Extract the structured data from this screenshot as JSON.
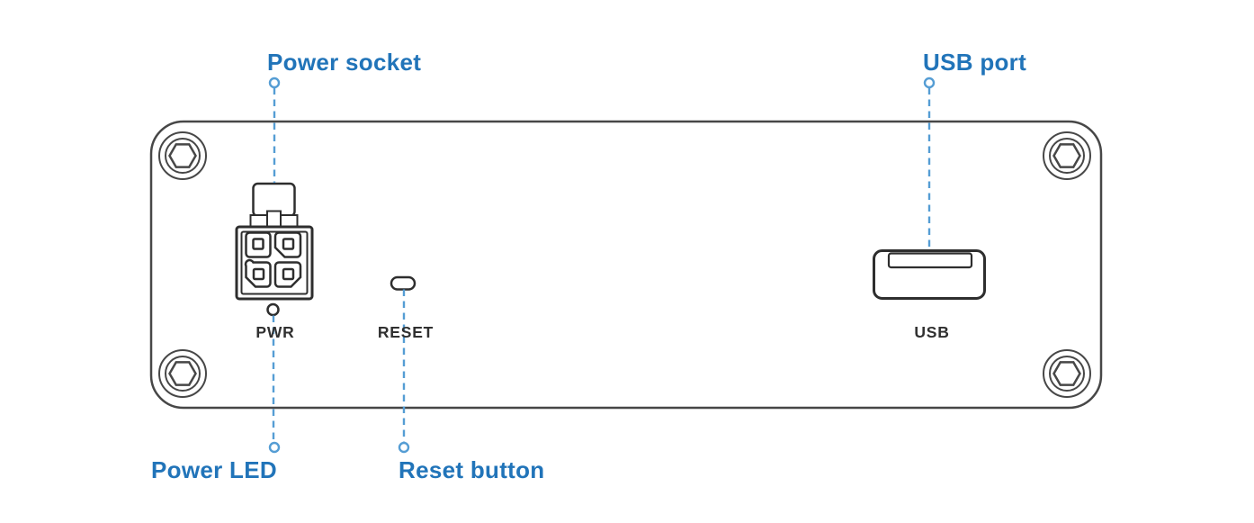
{
  "diagram": {
    "callouts": {
      "power_socket": {
        "label": "Power socket"
      },
      "usb_port": {
        "label": "USB port"
      },
      "power_led": {
        "label": "Power LED"
      },
      "reset_button": {
        "label": "Reset button"
      }
    },
    "panel_labels": {
      "pwr": "PWR",
      "reset": "RESET",
      "usb": "USB"
    },
    "colors": {
      "callout_text": "#2174b9",
      "callout_line": "#559dd4",
      "panel_line": "#474747",
      "connector_line": "#2e2e2e",
      "panel_text": "#303030",
      "background": "#ffffff"
    }
  }
}
